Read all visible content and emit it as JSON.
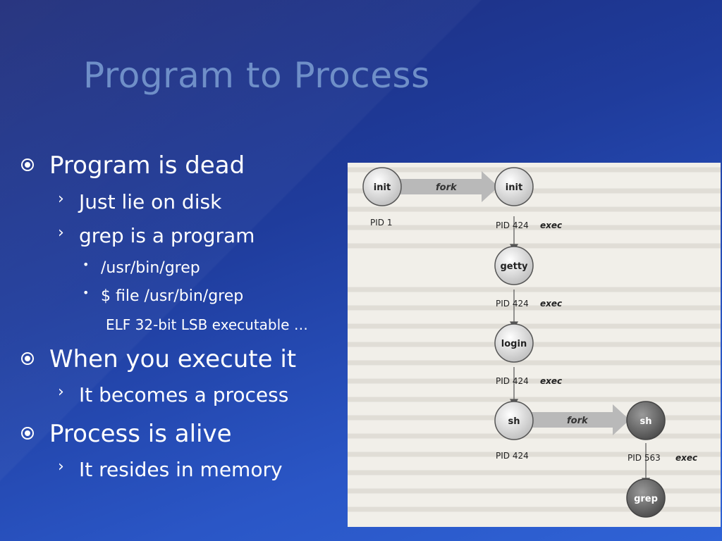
{
  "slide": {
    "title": "Program to Process",
    "bullets": [
      {
        "text": "Program is dead",
        "children": [
          {
            "text": "Just lie on disk"
          },
          {
            "text": "grep is a program",
            "children": [
              {
                "text": "/usr/bin/grep"
              },
              {
                "text": "$ file /usr/bin/grep"
              },
              {
                "text": "ELF 32-bit LSB executable …"
              }
            ]
          }
        ]
      },
      {
        "text": "When you execute it",
        "children": [
          {
            "text": "It becomes a process"
          }
        ]
      },
      {
        "text": "Process is alive",
        "children": [
          {
            "text": "It resides in memory"
          }
        ]
      }
    ]
  },
  "diagram": {
    "nodes": [
      {
        "label": "init",
        "pid": "PID 1",
        "filled": false
      },
      {
        "label": "init",
        "pid": "PID 424",
        "action": "exec",
        "filled": false
      },
      {
        "label": "getty",
        "pid": "PID 424",
        "action": "exec",
        "filled": false
      },
      {
        "label": "login",
        "pid": "PID 424",
        "action": "exec",
        "filled": false
      },
      {
        "label": "sh",
        "pid": "PID 424",
        "filled": false
      },
      {
        "label": "sh",
        "pid": "PID 563",
        "action": "exec",
        "filled": true
      },
      {
        "label": "grep",
        "filled": true
      }
    ],
    "fork_label": "fork",
    "colors": {
      "node_fill": "#d8d8d8",
      "node_dark": "#6b6b6b",
      "arrow": "#b9b9b9"
    }
  }
}
